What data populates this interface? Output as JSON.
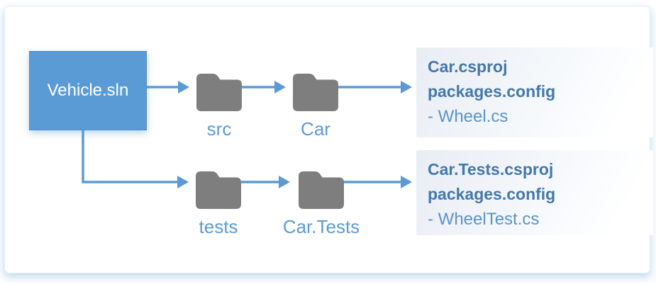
{
  "diagram": {
    "root": {
      "label": "Vehicle.sln"
    },
    "rows": [
      {
        "folders": [
          {
            "label": "src"
          },
          {
            "label": "Car"
          }
        ],
        "files": [
          {
            "text": "Car.csproj",
            "style": "bold"
          },
          {
            "text": "packages.config",
            "style": "bold"
          },
          {
            "text": "- Wheel.cs",
            "style": "normal"
          }
        ]
      },
      {
        "folders": [
          {
            "label": "tests"
          },
          {
            "label": "Car.Tests"
          }
        ],
        "files": [
          {
            "text": "Car.Tests.csproj",
            "style": "bold"
          },
          {
            "text": "packages.config",
            "style": "bold"
          },
          {
            "text": "- WheelTest.cs",
            "style": "normal"
          }
        ]
      }
    ],
    "colors": {
      "accent": "#5b9bd5",
      "folder_gray": "#7e7e7e",
      "file_bold_text": "#4478aa",
      "file_normal_text": "#5b93c9",
      "root_fill": "#5b9bd5",
      "root_text": "#ffffff"
    }
  }
}
